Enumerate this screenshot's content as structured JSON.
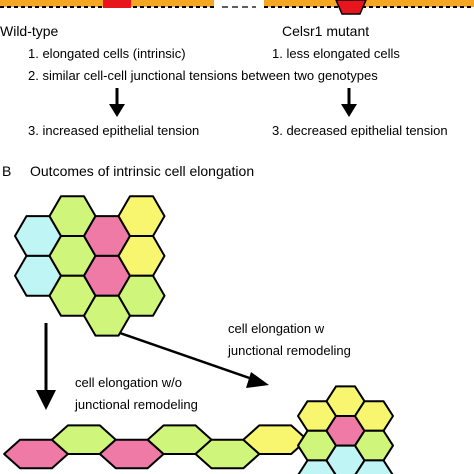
{
  "panel_a": {
    "wildtype_label": "Wild-type",
    "mutant_label": "Celsr1 mutant",
    "wildtype_point1": "1. elongated cells (intrinsic)",
    "mutant_point1": "1. less elongated cells",
    "shared_point2": "2. similar cell-cell junctional tensions between two genotypes",
    "wildtype_point3": "3. increased epithelial tension",
    "mutant_point3": "3. decreased epithelial tension"
  },
  "panel_b": {
    "letter": "B",
    "title": "Outcomes of intrinsic cell elongation",
    "label_without_line1": "cell elongation w/o",
    "label_without_line2": "junctional remodeling",
    "label_with_line1": "cell elongation w",
    "label_with_line2": "junctional remodeling"
  },
  "colors": {
    "cyan": "#bff5f5",
    "green": "#cff57a",
    "pink": "#f07aa6",
    "yellow": "#f8f56e",
    "stripe_orange": "#f5a623",
    "stripe_red": "#e8141e"
  }
}
